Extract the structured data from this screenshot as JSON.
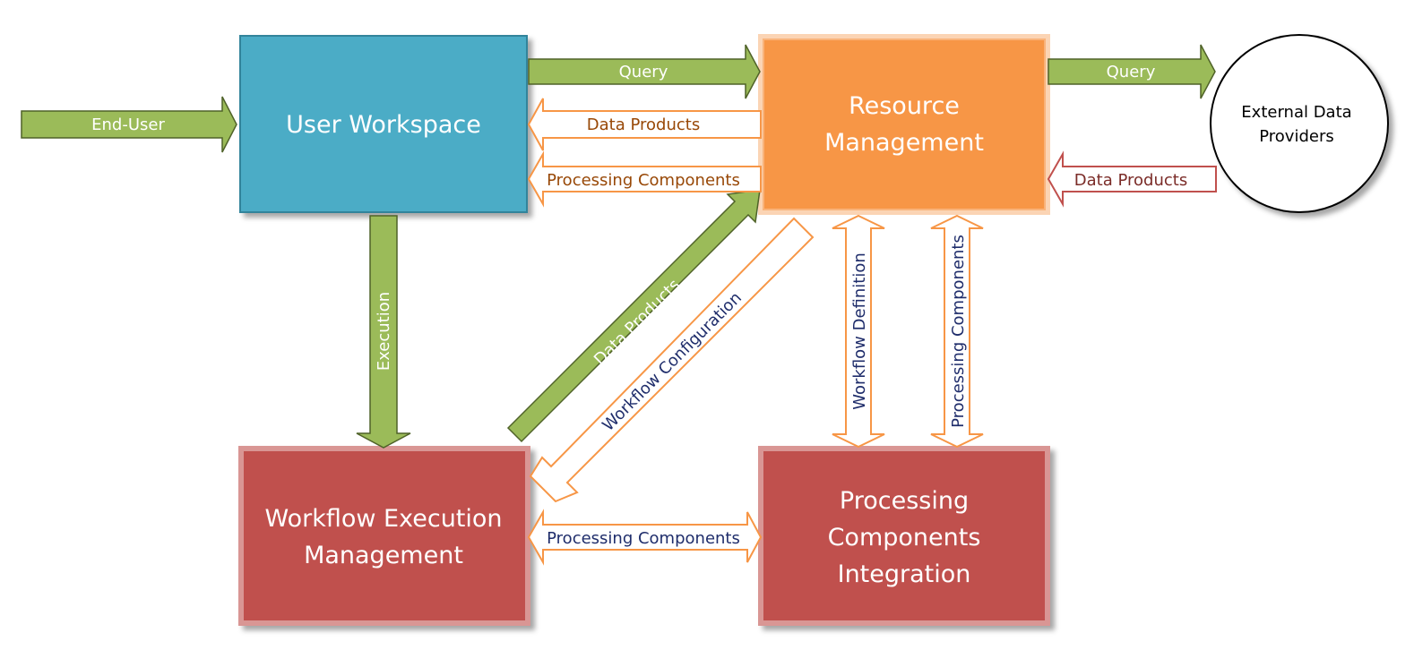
{
  "boxes": {
    "user_workspace": "User Workspace",
    "resource_management": [
      "Resource",
      "Management"
    ],
    "workflow_execution": [
      "Workflow Execution",
      "Management"
    ],
    "processing_integration": [
      "Processing",
      "Components",
      "Integration"
    ],
    "external_providers": [
      "External Data",
      "Providers"
    ]
  },
  "arrows": {
    "end_user": "End-User",
    "query_1": "Query",
    "query_2": "Query",
    "data_products_to_workspace": "Data Products",
    "processing_components_to_workspace": "Processing Components",
    "data_products_from_external": "Data Products",
    "execution": "Execution",
    "data_products_diagonal": "Data Products",
    "workflow_configuration": "Workflow Configuration",
    "workflow_definition": "Workflow Definition",
    "processing_components_vertical": "Processing Components",
    "processing_components_bottom": "Processing Components"
  },
  "colors": {
    "green": "#9bbb59",
    "green_border": "#4f6228",
    "blue": "#4bacc6",
    "orange": "#f79646",
    "red": "#c0504d",
    "orange_outline": "#f79646",
    "text_orange": "#984807",
    "text_navy": "#1f2d6b",
    "text_darkred": "#7b2c28"
  }
}
